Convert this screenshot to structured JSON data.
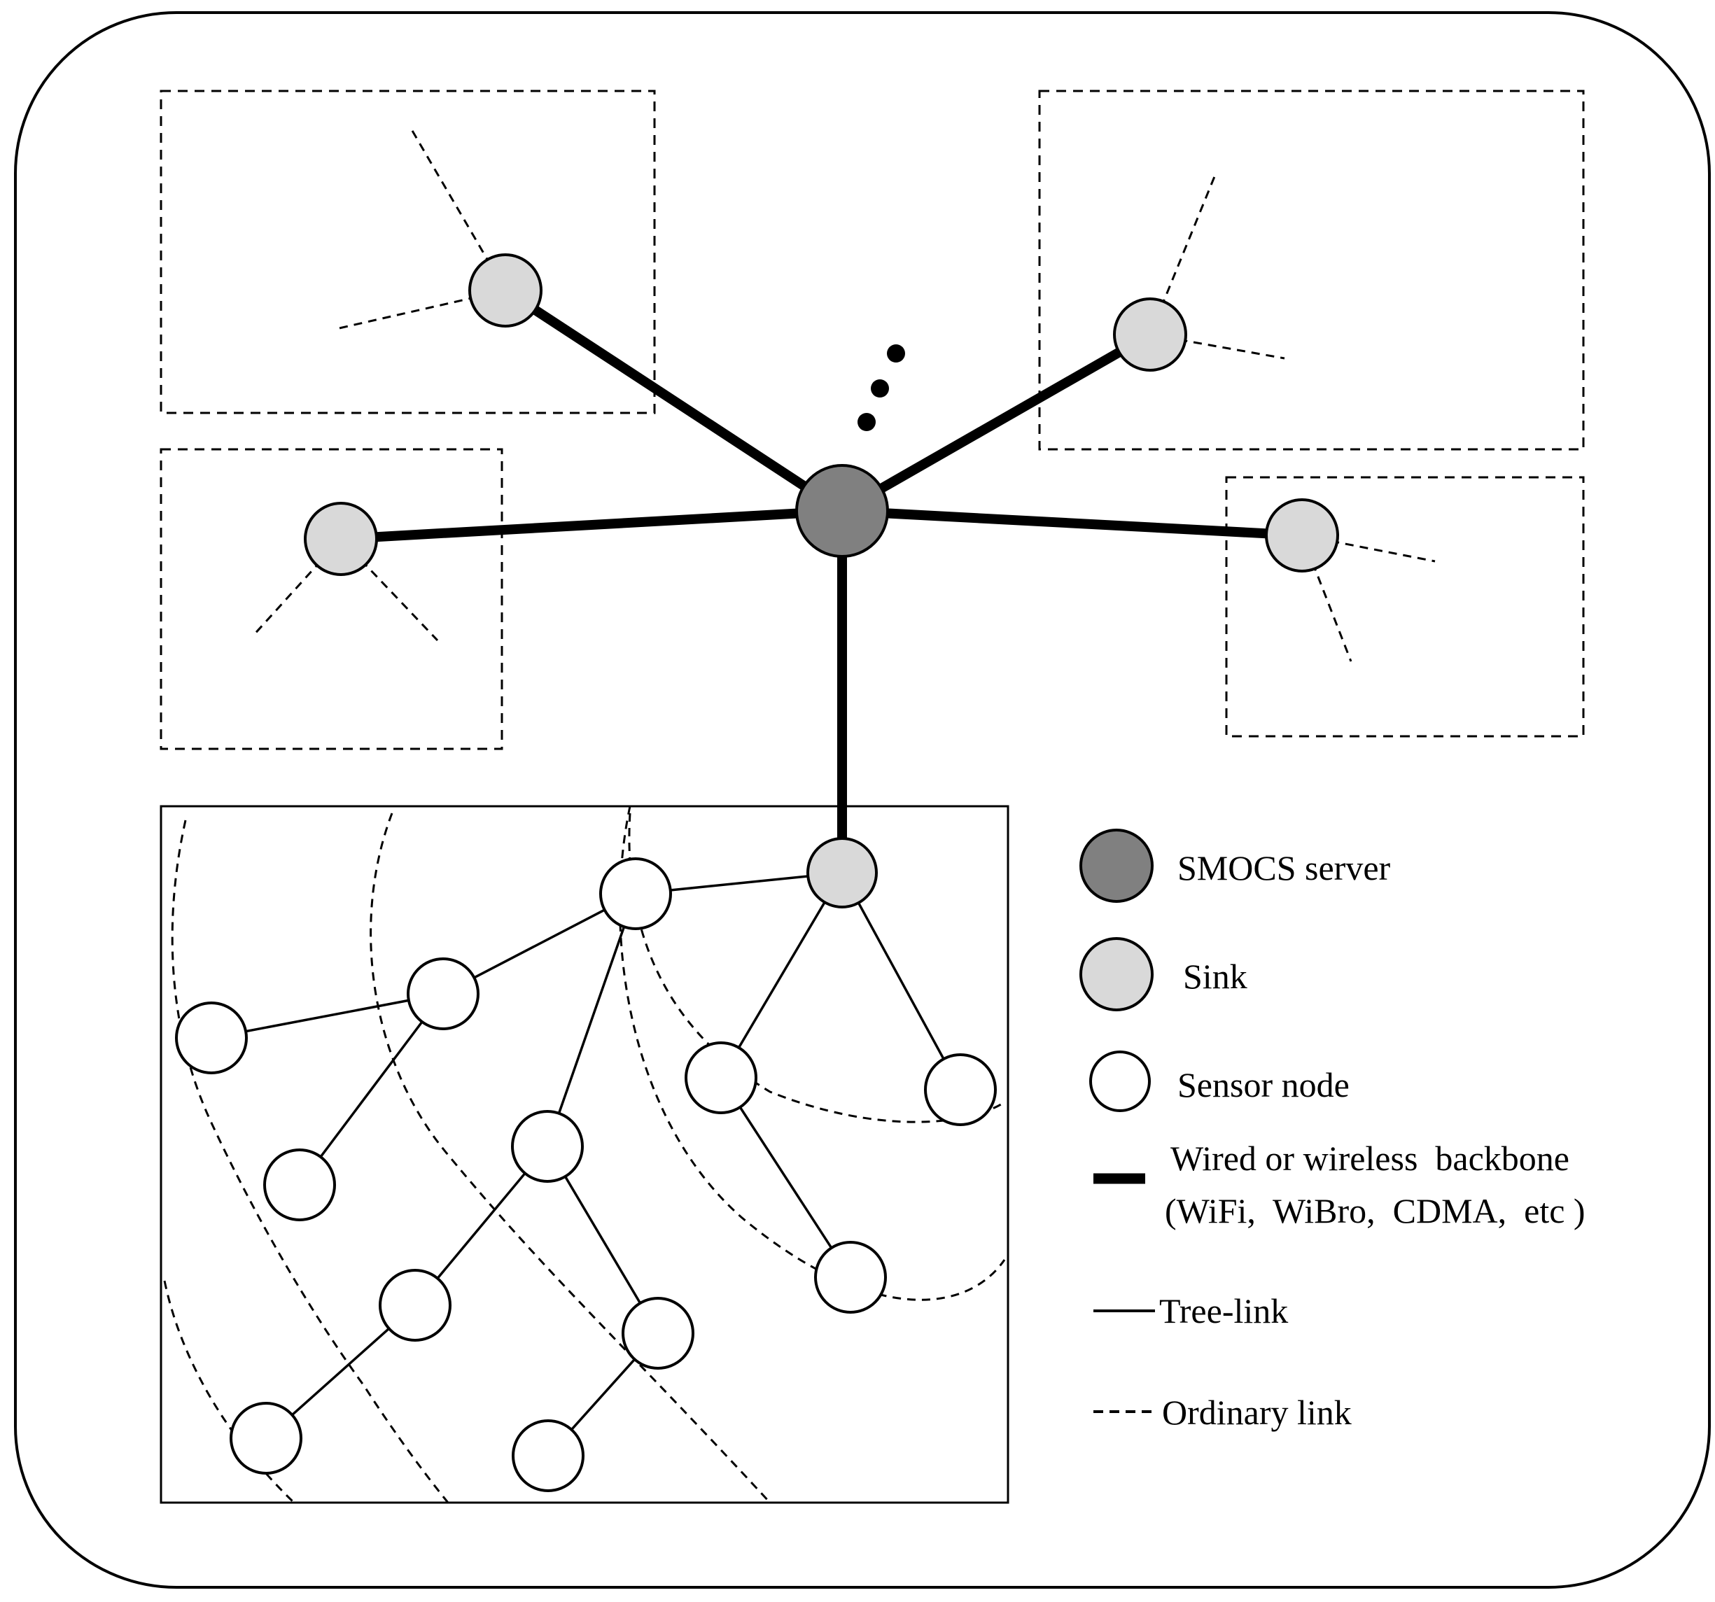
{
  "colors": {
    "server": "#808080",
    "sink": "#d9d9d9",
    "sensor": "#ffffff",
    "stroke": "#000000"
  },
  "legend": {
    "server_label": "SMOCS server",
    "sink_label": "Sink",
    "sensor_label": "Sensor node",
    "backbone_label_line1": "Wired or wireless  backbone",
    "backbone_label_line2": "(WiFi,  WiBro,  CDMA,  etc )",
    "tree_link_label": "Tree-link",
    "ordinary_link_label": "Ordinary link"
  },
  "icons": {
    "ellipsis": "vertical-ellipsis-icon"
  }
}
